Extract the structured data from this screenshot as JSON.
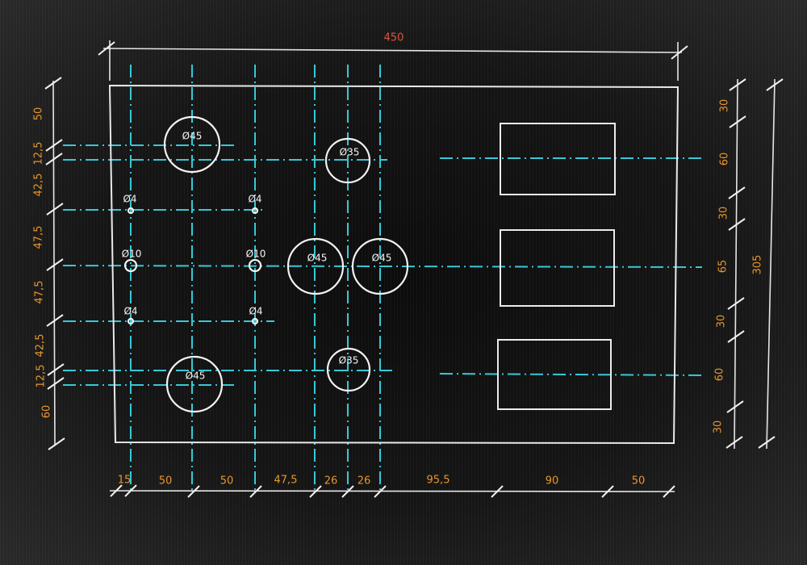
{
  "drawing": {
    "overall_width": "450",
    "overall_height": "305",
    "left_dims": [
      "50",
      "12,5",
      "42,5",
      "47,5",
      "47,5",
      "42,5",
      "12,5",
      "60"
    ],
    "right_dims": [
      "30",
      "60",
      "30",
      "65",
      "30",
      "60",
      "30"
    ],
    "bottom_dims": [
      "15",
      "50",
      "50",
      "47,5",
      "26",
      "26",
      "95,5",
      "90",
      "50"
    ],
    "holes": [
      {
        "label": "Ø45"
      },
      {
        "label": "Ø35"
      },
      {
        "label": "Ø4"
      },
      {
        "label": "Ø4"
      },
      {
        "label": "Ø10"
      },
      {
        "label": "Ø10"
      },
      {
        "label": "Ø45"
      },
      {
        "label": "Ø45"
      },
      {
        "label": "Ø4"
      },
      {
        "label": "Ø4"
      },
      {
        "label": "Ø45"
      },
      {
        "label": "Ø35"
      }
    ],
    "slots": [
      "slot-top",
      "slot-middle",
      "slot-bottom"
    ],
    "colors": {
      "outline": "#e9e9e9",
      "centerline": "#36c8d6",
      "dimension_text": "#e8952a",
      "overall_text": "#d8553a"
    }
  }
}
